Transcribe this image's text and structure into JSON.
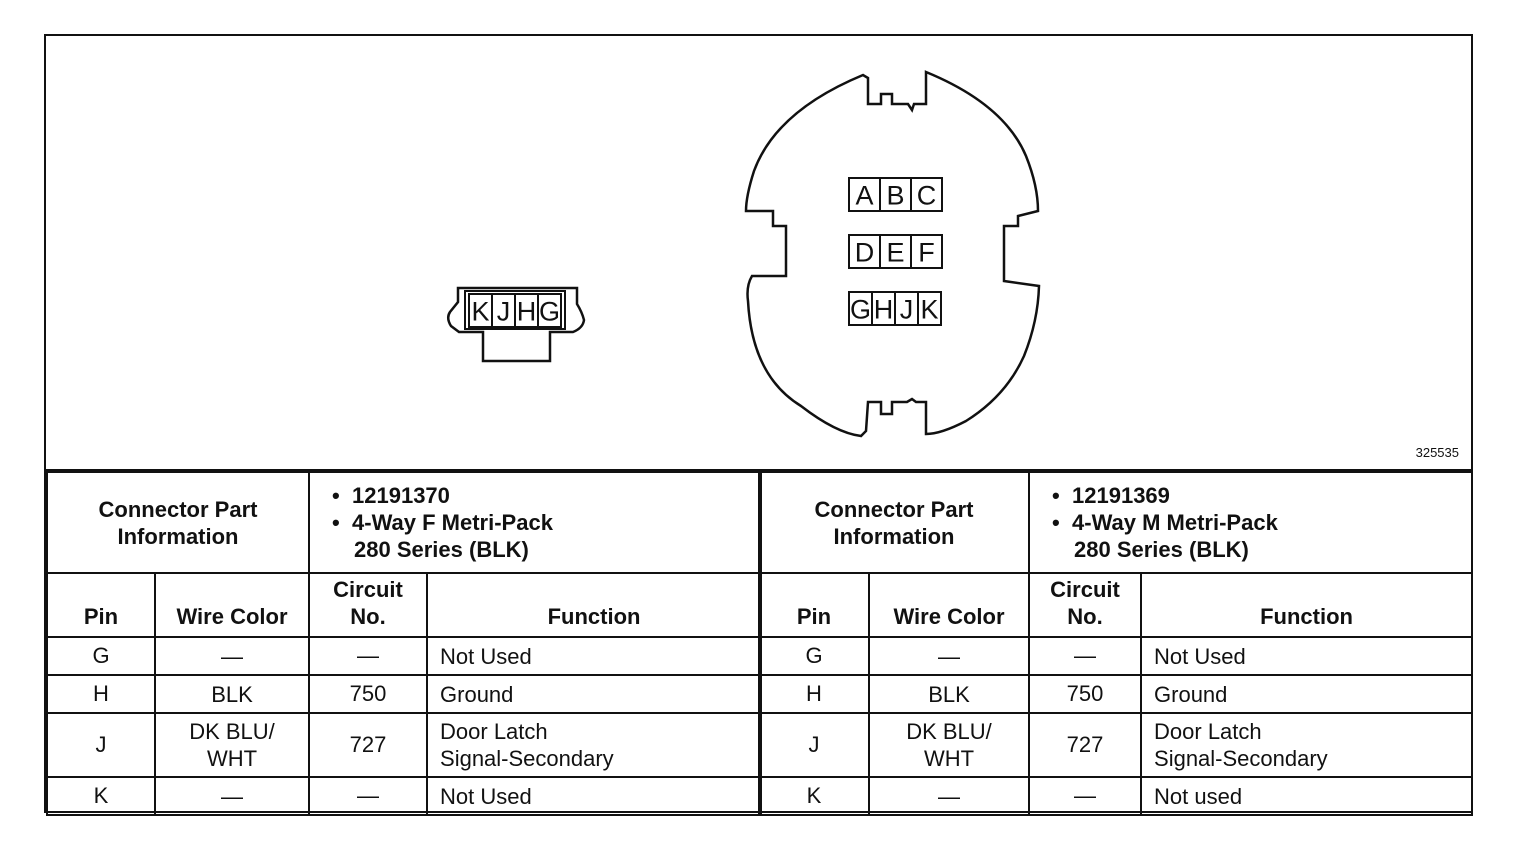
{
  "figure": {
    "id": "325535",
    "small_connector": {
      "cavities": [
        "K",
        "J",
        "H",
        "G"
      ]
    },
    "large_connector": {
      "rows": [
        [
          "A",
          "B",
          "C"
        ],
        [
          "D",
          "E",
          "F"
        ],
        [
          "G",
          "H",
          "J",
          "K"
        ]
      ]
    }
  },
  "tables": [
    {
      "info_label_1": "Connector Part",
      "info_label_2": "Information",
      "part_number": "12191370",
      "desc_line_1": "4-Way F Metri-Pack",
      "desc_line_2": "280 Series (BLK)",
      "headers": {
        "pin": "Pin",
        "wire": "Wire Color",
        "circuit_1": "Circuit",
        "circuit_2": "No.",
        "function": "Function"
      },
      "rows": [
        {
          "pin": "G",
          "wire_1": "—",
          "wire_2": "",
          "circuit": "—",
          "function_1": "Not Used",
          "function_2": ""
        },
        {
          "pin": "H",
          "wire_1": "BLK",
          "wire_2": "",
          "circuit": "750",
          "function_1": "Ground",
          "function_2": ""
        },
        {
          "pin": "J",
          "wire_1": "DK BLU/",
          "wire_2": "WHT",
          "circuit": "727",
          "function_1": "Door Latch",
          "function_2": "Signal-Secondary"
        },
        {
          "pin": "K",
          "wire_1": "—",
          "wire_2": "",
          "circuit": "—",
          "function_1": "Not Used",
          "function_2": ""
        }
      ]
    },
    {
      "info_label_1": "Connector Part",
      "info_label_2": "Information",
      "part_number": "12191369",
      "desc_line_1": "4-Way M Metri-Pack",
      "desc_line_2": "280 Series (BLK)",
      "headers": {
        "pin": "Pin",
        "wire": "Wire Color",
        "circuit_1": "Circuit",
        "circuit_2": "No.",
        "function": "Function"
      },
      "rows": [
        {
          "pin": "G",
          "wire_1": "—",
          "wire_2": "",
          "circuit": "—",
          "function_1": "Not Used",
          "function_2": ""
        },
        {
          "pin": "H",
          "wire_1": "BLK",
          "wire_2": "",
          "circuit": "750",
          "function_1": "Ground",
          "function_2": ""
        },
        {
          "pin": "J",
          "wire_1": "DK BLU/",
          "wire_2": "WHT",
          "circuit": "727",
          "function_1": "Door Latch",
          "function_2": "Signal-Secondary"
        },
        {
          "pin": "K",
          "wire_1": "—",
          "wire_2": "",
          "circuit": "—",
          "function_1": "Not used",
          "function_2": ""
        }
      ]
    }
  ]
}
